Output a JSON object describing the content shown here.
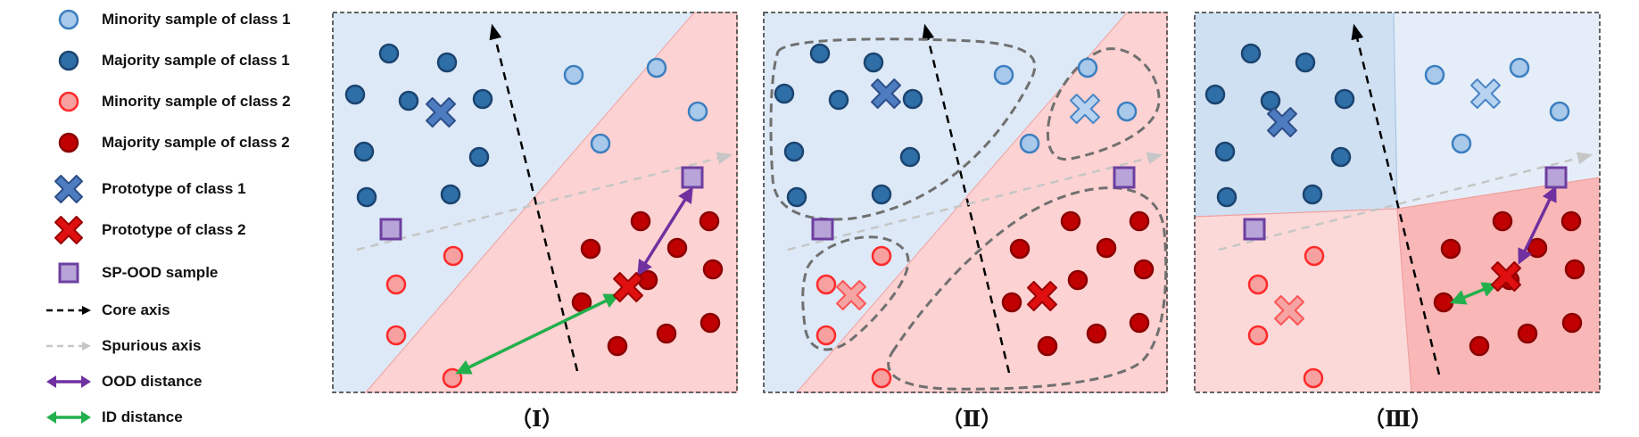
{
  "legend": [
    {
      "key": "min1",
      "label": "Minority sample of class 1"
    },
    {
      "key": "maj1",
      "label": "Majority sample of class 1"
    },
    {
      "key": "min2",
      "label": "Minority sample of class 2"
    },
    {
      "key": "maj2",
      "label": "Majority sample of class 2"
    },
    {
      "key": "proto1",
      "label": "Prototype of class 1"
    },
    {
      "key": "proto2",
      "label": "Prototype of class 2"
    },
    {
      "key": "spood",
      "label": "SP-OOD sample"
    },
    {
      "key": "core",
      "label": "Core axis"
    },
    {
      "key": "spur",
      "label": "Spurious axis"
    },
    {
      "key": "ood",
      "label": "OOD distance"
    },
    {
      "key": "id",
      "label": "ID distance"
    }
  ],
  "panels": [
    {
      "label": "（Ⅰ）"
    },
    {
      "label": "（Ⅱ）"
    },
    {
      "label": "（Ⅲ）"
    }
  ],
  "colors": {
    "maj1": "#2e6fa8",
    "maj1_stroke": "#1b4470",
    "min1": "#a9c9ea",
    "min1_stroke": "#3c7fc0",
    "maj2": "#c00000",
    "maj2_stroke": "#8a0000",
    "min2": "#f6a0a0",
    "min2_stroke": "#ff2a2a",
    "proto1": "#4d7cc0",
    "proto2": "#e01010",
    "spood": "#b8a4d8",
    "spood_stroke": "#6d3fa0",
    "ood_arrow": "#7030a0",
    "id_arrow": "#22b04c",
    "region_blue": "#dde9f7",
    "region_red": "#fdd2d2"
  }
}
